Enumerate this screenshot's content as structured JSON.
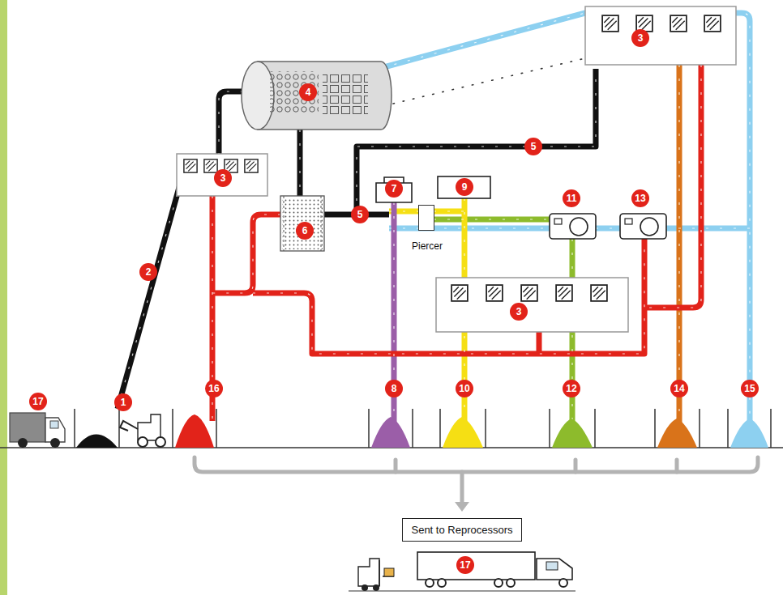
{
  "diagram": {
    "nodes": [
      {
        "text": [
          "Piercer"
        ]
      },
      {
        "text": [
          "Sent to Reprocessors"
        ]
      }
    ],
    "labels": [
      "3",
      "4",
      "5",
      "3",
      "7",
      "9",
      "11",
      "13",
      "5",
      "6",
      "2",
      "3",
      "17",
      "1",
      "16",
      "8",
      "10",
      "12",
      "14",
      "15",
      "17"
    ]
  }
}
